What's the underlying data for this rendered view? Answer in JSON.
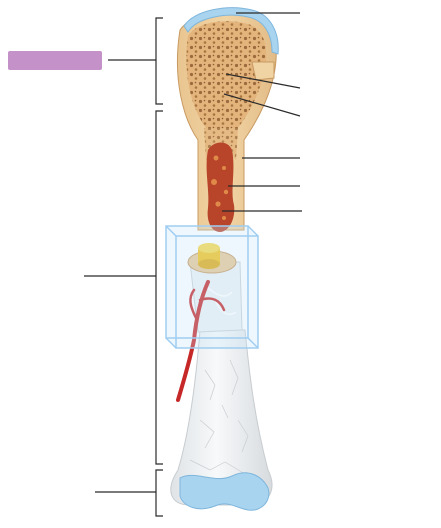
{
  "diagram": {
    "subject": "long-bone-structure",
    "label_box_color": "#c491c8",
    "leader_line_color": "#2b2b2b",
    "bracket_color": "#2b2b2b",
    "colors": {
      "bone_shell": "#e8c896",
      "spongy_bone": "#d7a86e",
      "articular_cartilage": "#a8d4f0",
      "marrow_cavity": "#b8442a",
      "artery": "#c62828",
      "compact_bone_cutaway": "#eef2f5",
      "inset_box": "#9fcdf2"
    },
    "label_slots": [
      {
        "side": "left",
        "target": "proximal-epiphysis-bracket",
        "highlighted": true,
        "text": ""
      },
      {
        "side": "left",
        "target": "diaphysis-bracket",
        "highlighted": false,
        "text": ""
      },
      {
        "side": "left",
        "target": "distal-epiphysis-bracket",
        "highlighted": false,
        "text": ""
      },
      {
        "side": "right",
        "target": "articular-cartilage",
        "highlighted": false,
        "text": ""
      },
      {
        "side": "right",
        "target": "spongy-bone",
        "highlighted": false,
        "text": ""
      },
      {
        "side": "right",
        "target": "epiphyseal-line",
        "highlighted": false,
        "text": ""
      },
      {
        "side": "right",
        "target": "compact-bone",
        "highlighted": false,
        "text": ""
      },
      {
        "side": "right",
        "target": "medullary-cavity",
        "highlighted": false,
        "text": ""
      },
      {
        "side": "right",
        "target": "endosteum",
        "highlighted": false,
        "text": ""
      }
    ]
  }
}
